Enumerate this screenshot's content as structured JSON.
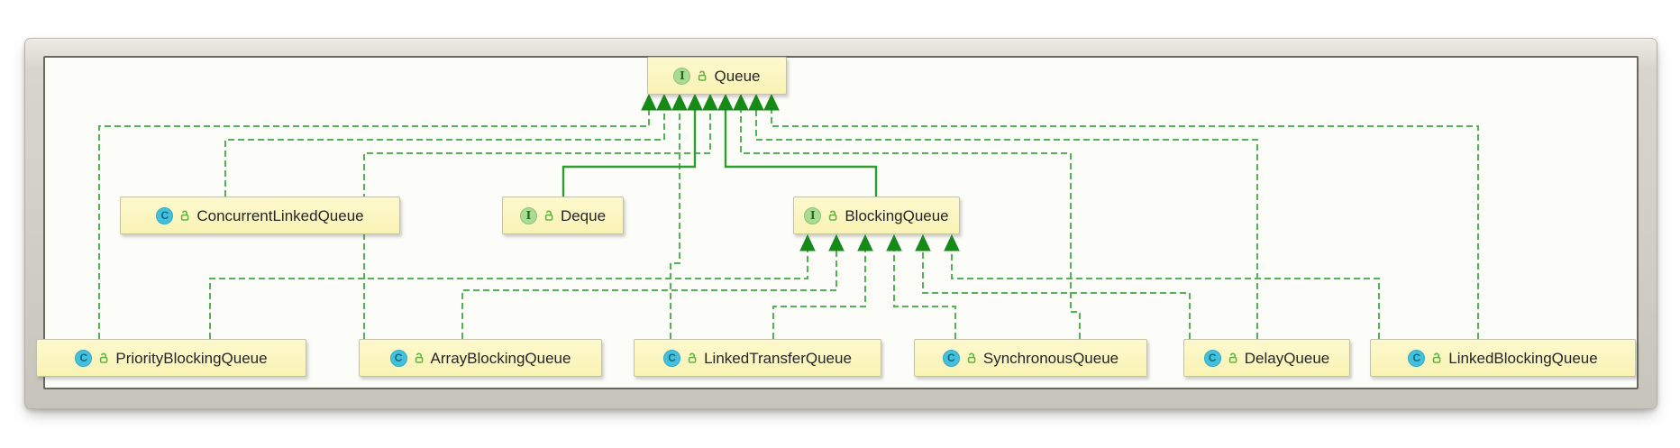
{
  "diagram": {
    "title": "Java Queue class hierarchy",
    "colors": {
      "edge_dashed": "#55b158",
      "edge_solid": "#2f9e2f",
      "arrowhead": "#168a16",
      "node_fill": "#f9f3b4",
      "interface_icon_bg": "#a9dc92",
      "class_icon_bg": "#45c0dc",
      "lock_icon": "#62b542"
    },
    "nodes": {
      "queue": {
        "label": "Queue",
        "kind": "interface",
        "icon_letter": "I"
      },
      "concurrent_linked_queue": {
        "label": "ConcurrentLinkedQueue",
        "kind": "class",
        "icon_letter": "C"
      },
      "deque": {
        "label": "Deque",
        "kind": "interface",
        "icon_letter": "I"
      },
      "blocking_queue": {
        "label": "BlockingQueue",
        "kind": "interface",
        "icon_letter": "I"
      },
      "priority_blocking_queue": {
        "label": "PriorityBlockingQueue",
        "kind": "class",
        "icon_letter": "C"
      },
      "array_blocking_queue": {
        "label": "ArrayBlockingQueue",
        "kind": "class",
        "icon_letter": "C"
      },
      "linked_transfer_queue": {
        "label": "LinkedTransferQueue",
        "kind": "class",
        "icon_letter": "C"
      },
      "synchronous_queue": {
        "label": "SynchronousQueue",
        "kind": "class",
        "icon_letter": "C"
      },
      "delay_queue": {
        "label": "DelayQueue",
        "kind": "class",
        "icon_letter": "C"
      },
      "linked_blocking_queue": {
        "label": "LinkedBlockingQueue",
        "kind": "class",
        "icon_letter": "C"
      }
    },
    "edges": [
      {
        "from": "ConcurrentLinkedQueue",
        "to": "Queue",
        "relation": "implements",
        "style": "dashed"
      },
      {
        "from": "Deque",
        "to": "Queue",
        "relation": "extends",
        "style": "solid"
      },
      {
        "from": "BlockingQueue",
        "to": "Queue",
        "relation": "extends",
        "style": "solid"
      },
      {
        "from": "PriorityBlockingQueue",
        "to": "Queue",
        "relation": "implements",
        "style": "dashed"
      },
      {
        "from": "ArrayBlockingQueue",
        "to": "Queue",
        "relation": "implements",
        "style": "dashed"
      },
      {
        "from": "LinkedTransferQueue",
        "to": "Queue",
        "relation": "implements",
        "style": "dashed"
      },
      {
        "from": "SynchronousQueue",
        "to": "Queue",
        "relation": "implements",
        "style": "dashed"
      },
      {
        "from": "DelayQueue",
        "to": "Queue",
        "relation": "implements",
        "style": "dashed"
      },
      {
        "from": "LinkedBlockingQueue",
        "to": "Queue",
        "relation": "implements",
        "style": "dashed"
      },
      {
        "from": "PriorityBlockingQueue",
        "to": "BlockingQueue",
        "relation": "implements",
        "style": "dashed"
      },
      {
        "from": "ArrayBlockingQueue",
        "to": "BlockingQueue",
        "relation": "implements",
        "style": "dashed"
      },
      {
        "from": "LinkedTransferQueue",
        "to": "BlockingQueue",
        "relation": "implements",
        "style": "dashed"
      },
      {
        "from": "SynchronousQueue",
        "to": "BlockingQueue",
        "relation": "implements",
        "style": "dashed"
      },
      {
        "from": "DelayQueue",
        "to": "BlockingQueue",
        "relation": "implements",
        "style": "dashed"
      },
      {
        "from": "LinkedBlockingQueue",
        "to": "BlockingQueue",
        "relation": "implements",
        "style": "dashed"
      }
    ]
  }
}
